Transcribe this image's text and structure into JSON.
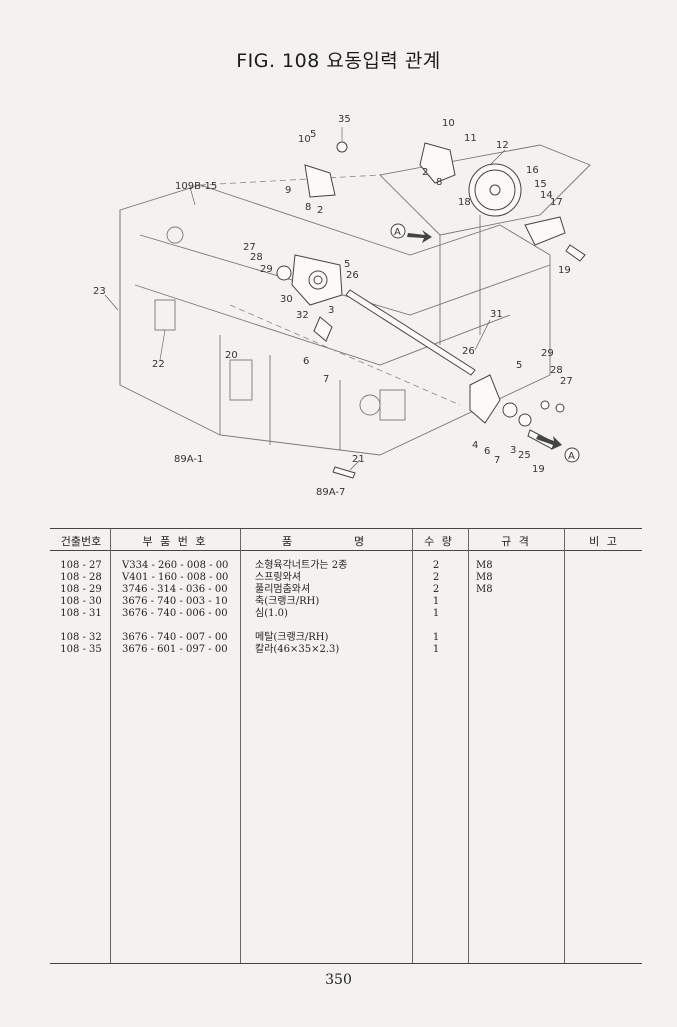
{
  "title": "FIG. 108 요동입력 관계",
  "diagram": {
    "callouts": [
      "35",
      "10",
      "5",
      "9",
      "8",
      "2",
      "109B-15",
      "27",
      "28",
      "29",
      "30",
      "32",
      "3",
      "26",
      "5",
      "23",
      "22",
      "20",
      "6",
      "7",
      "89A-1",
      "21",
      "89A-7",
      "10",
      "11",
      "12",
      "2",
      "8",
      "16",
      "15",
      "14",
      "17",
      "18",
      "19",
      "A",
      "31",
      "26",
      "29",
      "5",
      "28",
      "27",
      "4",
      "6",
      "7",
      "3",
      "25",
      "19",
      "A"
    ]
  },
  "table": {
    "headers": {
      "no": "건출번호",
      "part": "부 품 번 호",
      "name_left": "품",
      "name_right": "명",
      "qty": "수 량",
      "spec": "규 격",
      "note": "비 고"
    },
    "rows": [
      {
        "no": "108 - 27",
        "part": "V334 - 260 - 008 - 00",
        "name": "소형육각너트가는 2종",
        "qty": "2",
        "spec": "M8"
      },
      {
        "no": "108 - 28",
        "part": "V401 - 160 - 008 - 00",
        "name": "스프링와셔",
        "qty": "2",
        "spec": "M8"
      },
      {
        "no": "108 - 29",
        "part": "3746 - 314 - 036 - 00",
        "name": "풀리멈춤와셔",
        "qty": "2",
        "spec": "M8"
      },
      {
        "no": "108 - 30",
        "part": "3676 - 740 - 003 - 10",
        "name": "축(크랭크/RH)",
        "qty": "1",
        "spec": ""
      },
      {
        "no": "108 - 31",
        "part": "3676 - 740 - 006 - 00",
        "name": "심(1.0)",
        "qty": "1",
        "spec": ""
      },
      {
        "no": "108 - 32",
        "part": "3676 - 740 - 007 - 00",
        "name": "메탈(크랭크/RH)",
        "qty": "1",
        "spec": ""
      },
      {
        "no": "108 - 35",
        "part": "3676 - 601 - 097 - 00",
        "name": "칼라(46×35×2.3)",
        "qty": "1",
        "spec": ""
      }
    ]
  },
  "page_number": "350"
}
